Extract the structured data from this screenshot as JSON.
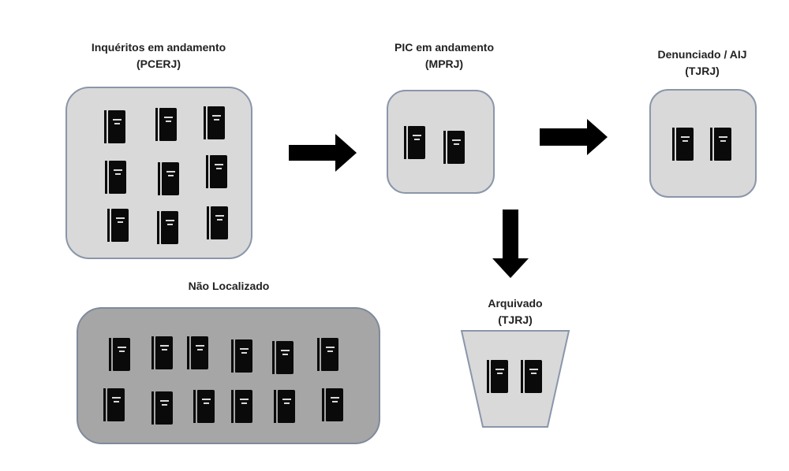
{
  "diagram": {
    "nodes": [
      {
        "id": "inqueritos",
        "title": "Inquéritos em andamento",
        "subtitle": "(PCERJ)",
        "item_count": 9,
        "item_icon": "case-file-icon",
        "fill": "#d9d9d9"
      },
      {
        "id": "pic",
        "title": "PIC em andamento",
        "subtitle": "(MPRJ)",
        "item_count": 2,
        "item_icon": "case-file-icon",
        "fill": "#d9d9d9"
      },
      {
        "id": "denunciado",
        "title": "Denunciado / AIJ",
        "subtitle": "(TJRJ)",
        "item_count": 2,
        "item_icon": "case-file-icon",
        "fill": "#d9d9d9"
      },
      {
        "id": "nao_localizado",
        "title": "Não Localizado",
        "subtitle": "",
        "item_count": 12,
        "item_icon": "case-file-icon",
        "fill": "#a6a6a6"
      },
      {
        "id": "arquivado",
        "title": "Arquivado",
        "subtitle": "(TJRJ)",
        "item_count": 2,
        "item_icon": "case-file-icon",
        "fill": "#d9d9d9",
        "shape": "trapezoid"
      }
    ],
    "edges": [
      {
        "from": "inqueritos",
        "to": "pic",
        "direction": "right"
      },
      {
        "from": "pic",
        "to": "denunciado",
        "direction": "right"
      },
      {
        "from": "pic",
        "to": "arquivado",
        "direction": "down"
      }
    ],
    "colors": {
      "box_fill_light": "#d9d9d9",
      "box_fill_dark": "#a6a6a6",
      "box_border": "#8a96aa",
      "arrow": "#000000",
      "icon": "#0a0a0a"
    }
  }
}
